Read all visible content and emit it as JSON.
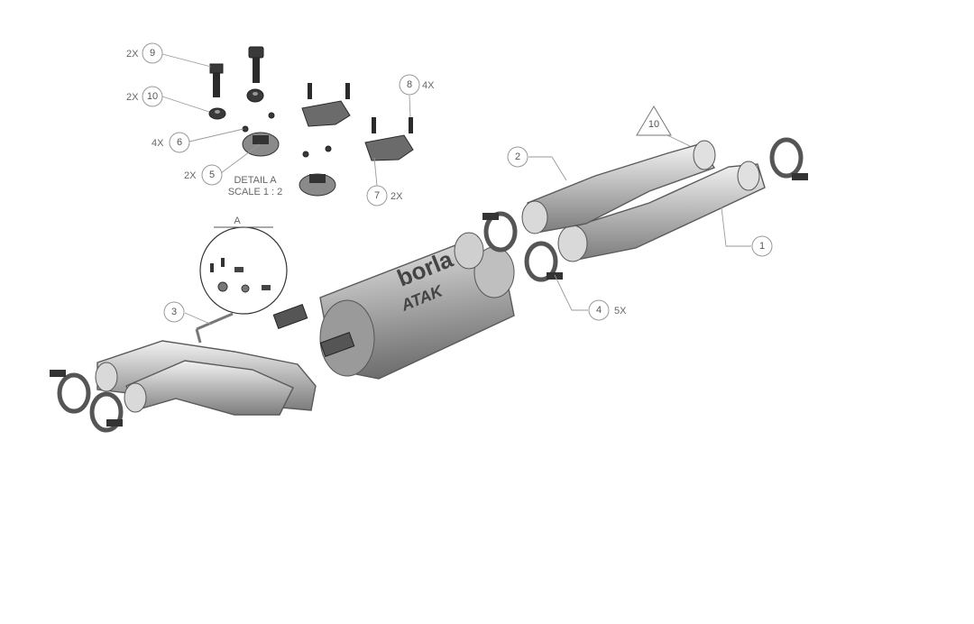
{
  "callouts": [
    {
      "id": "c1",
      "number": "1",
      "qty": ""
    },
    {
      "id": "c2",
      "number": "2",
      "qty": ""
    },
    {
      "id": "c3",
      "number": "3",
      "qty": ""
    },
    {
      "id": "c4",
      "number": "4",
      "qty": "5X"
    },
    {
      "id": "c5",
      "number": "5",
      "qty": "2X"
    },
    {
      "id": "c6",
      "number": "6",
      "qty": "4X"
    },
    {
      "id": "c7",
      "number": "7",
      "qty": "2X"
    },
    {
      "id": "c8",
      "number": "8",
      "qty": "4X"
    },
    {
      "id": "c9",
      "number": "9",
      "qty": "2X"
    },
    {
      "id": "c10",
      "number": "10",
      "qty": "2X"
    },
    {
      "id": "c10t",
      "number": "10",
      "qty": ""
    }
  ],
  "detail": {
    "title": "DETAIL A",
    "scale": "SCALE 1 : 2",
    "marker": "A"
  },
  "muffler_brand": {
    "top": "borla",
    "bottom": "ATAK"
  }
}
